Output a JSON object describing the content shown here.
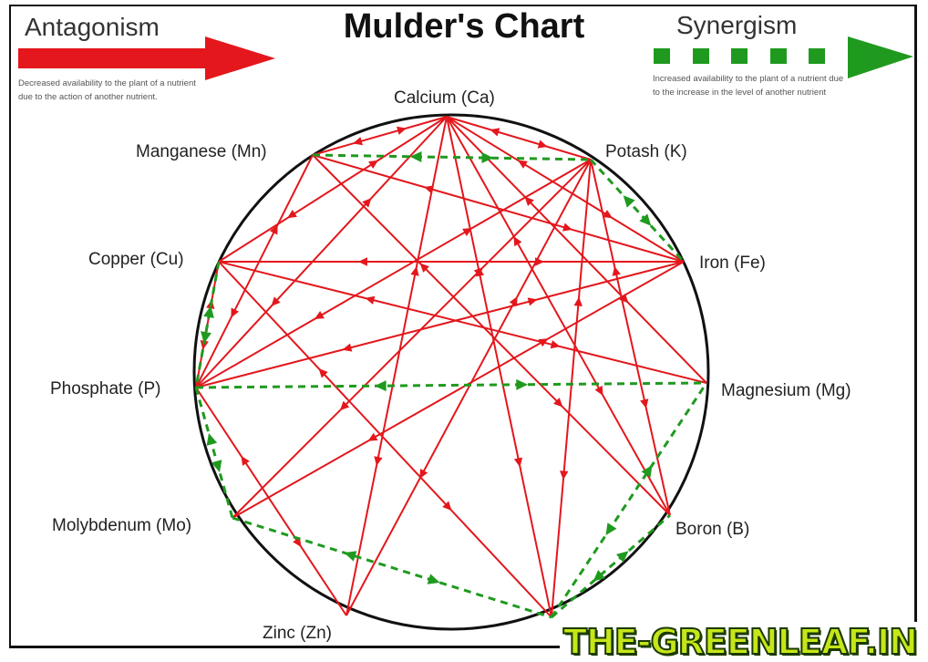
{
  "title": "Mulder's Chart",
  "legend": {
    "antagonism": {
      "label": "Antagonism",
      "description": "Decreased availability to the plant of a nutrient due to the action of another nutrient.",
      "color": "#e3171c"
    },
    "synergism": {
      "label": "Synergism",
      "description": "Increased availability to the plant of a nutrient due to the increase in the level of another nutrient",
      "color": "#1f9a1f"
    }
  },
  "nodes": {
    "ca": "Calcium (Ca)",
    "k": "Potash (K)",
    "mn": "Manganese (Mn)",
    "cu": "Copper (Cu)",
    "fe": "Iron (Fe)",
    "p": "Phosphate (P)",
    "mg": "Magnesium (Mg)",
    "mo": "Molybdenum (Mo)",
    "b": "Boron (B)",
    "zn": "Zinc (Zn)"
  },
  "antagonism_edges": [
    [
      "ca",
      "mn"
    ],
    [
      "ca",
      "k"
    ],
    [
      "ca",
      "fe"
    ],
    [
      "ca",
      "cu"
    ],
    [
      "ca",
      "p"
    ],
    [
      "ca",
      "zn"
    ],
    [
      "ca",
      "n"
    ],
    [
      "ca",
      "b"
    ],
    [
      "ca",
      "mg"
    ],
    [
      "mn",
      "fe"
    ],
    [
      "mn",
      "b"
    ],
    [
      "cu",
      "fe"
    ],
    [
      "cu",
      "p"
    ],
    [
      "cu",
      "n"
    ],
    [
      "p",
      "k"
    ],
    [
      "p",
      "fe"
    ],
    [
      "p",
      "zn"
    ],
    [
      "k",
      "zn"
    ],
    [
      "k",
      "n"
    ],
    [
      "k",
      "b"
    ],
    [
      "k",
      "mo"
    ],
    [
      "fe",
      "mo"
    ],
    [
      "mg",
      "cu"
    ],
    [
      "mn",
      "p"
    ]
  ],
  "synergism_edges": [
    [
      "mn",
      "k"
    ],
    [
      "k",
      "fe"
    ],
    [
      "p",
      "mg"
    ],
    [
      "cu",
      "p"
    ],
    [
      "p",
      "mo"
    ],
    [
      "mo",
      "n"
    ],
    [
      "n",
      "mg"
    ],
    [
      "n",
      "b"
    ]
  ],
  "watermark": "THE-GREENLEAF.IN"
}
